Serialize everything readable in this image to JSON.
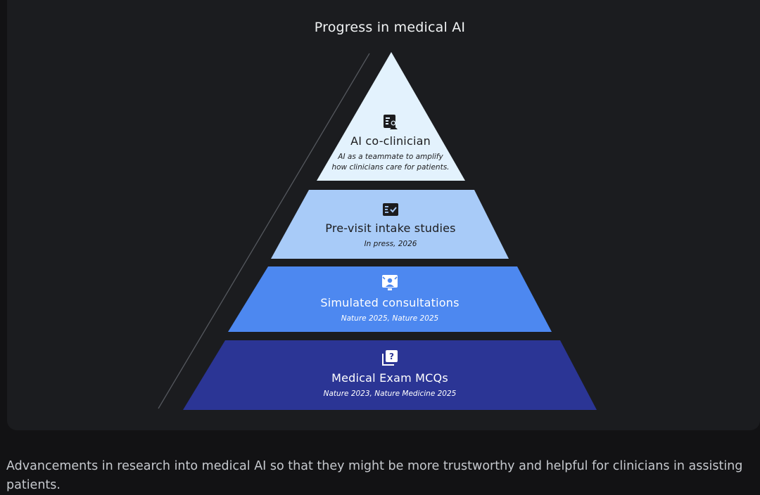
{
  "diagram": {
    "title": "Progress in medical AI",
    "tiers": [
      {
        "name": "AI co-clinician",
        "description_line1": "AI as a teammate to amplify",
        "description_line2": "how clinicians care for patients.",
        "icon": "clinician-badge-icon",
        "fill": "#e3f2fd",
        "text_color": "#1c1c1e"
      },
      {
        "name": "Pre-visit intake studies",
        "description": "In press, 2026",
        "icon": "checklist-icon",
        "fill": "#a8cbf8",
        "text_color": "#1c1c1e"
      },
      {
        "name": "Simulated consultations",
        "description": "Nature 2025, Nature 2025",
        "icon": "video-consult-icon",
        "fill": "#4d88f0",
        "text_color": "#ffffff"
      },
      {
        "name": "Medical Exam MCQs",
        "description": "Nature 2023, Nature Medicine 2025",
        "icon": "question-cards-icon",
        "fill": "#2b3595",
        "text_color": "#ffffff"
      }
    ]
  },
  "caption": "Advancements in research into medical AI so that they might be more trustworthy and helpful for clinicians in assisting patients."
}
